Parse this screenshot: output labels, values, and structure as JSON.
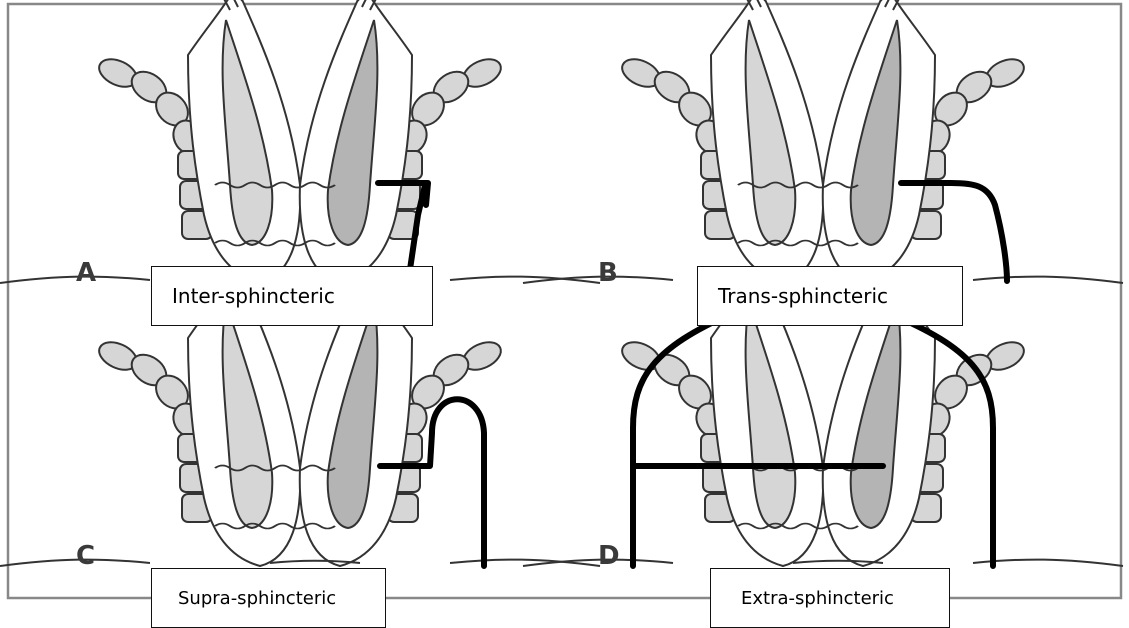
{
  "panels": [
    {
      "letter": "A",
      "label": "Inter-sphincteric",
      "fistula": "inter"
    },
    {
      "letter": "B",
      "label": "Trans-sphincteric",
      "fistula": "trans"
    },
    {
      "letter": "C",
      "label": "Supra-sphincteric",
      "fistula": "supra"
    },
    {
      "letter": "D",
      "label": "Extra-sphincteric",
      "fistula": "extra"
    }
  ],
  "colors": {
    "frame": "#888888",
    "outline": "#333333",
    "tissue_light": "#d6d6d6",
    "tissue_dark": "#b4b4b4",
    "fistula_track": "#000000",
    "background": "#ffffff"
  }
}
